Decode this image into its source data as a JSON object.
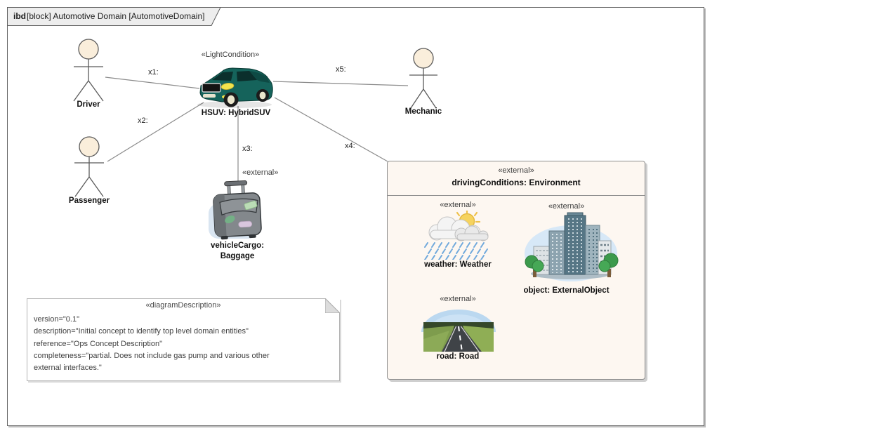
{
  "frame": {
    "keyword": "ibd",
    "rest": "[block] Automotive Domain [AutomotiveDomain]"
  },
  "actors": [
    {
      "label": "Driver"
    },
    {
      "label": "Passenger"
    },
    {
      "label": "Mechanic"
    }
  ],
  "connectors": [
    {
      "label": "x1:"
    },
    {
      "label": "x2:"
    },
    {
      "label": "x3:"
    },
    {
      "label": "x4:"
    },
    {
      "label": "x5:"
    }
  ],
  "car": {
    "stereotype": "«LightCondition»",
    "label": "HSUV: HybridSUV"
  },
  "baggage": {
    "stereotype": "«external»",
    "lines": [
      "vehicleCargo:",
      "Baggage"
    ]
  },
  "environment": {
    "stereotype": "«external»",
    "title": "drivingConditions: Environment",
    "parts": [
      {
        "stereotype": "«external»",
        "label": "weather: Weather"
      },
      {
        "stereotype": "«external»",
        "label": "object: ExternalObject"
      },
      {
        "stereotype": "«external»",
        "label": "road: Road"
      }
    ]
  },
  "note": {
    "stereotype": "«diagramDescription»",
    "lines": [
      "version=\"0.1\"",
      "description=\"Initial concept to identify top level domain entities\"",
      "reference=\"Ops Concept Description\"",
      "completeness=\"partial. Does not include gas pump and various other",
      "external interfaces.\""
    ]
  },
  "colors": {
    "car_body": "#15635B",
    "environment_fill": "#FDF7F1",
    "actor_head": "#FAEEDB",
    "connector_line": "#8a8a8a",
    "rain_blue": "#6FA8DC",
    "tree_green": "#3C9A4C",
    "sky_blue": "#BBD8F0"
  }
}
